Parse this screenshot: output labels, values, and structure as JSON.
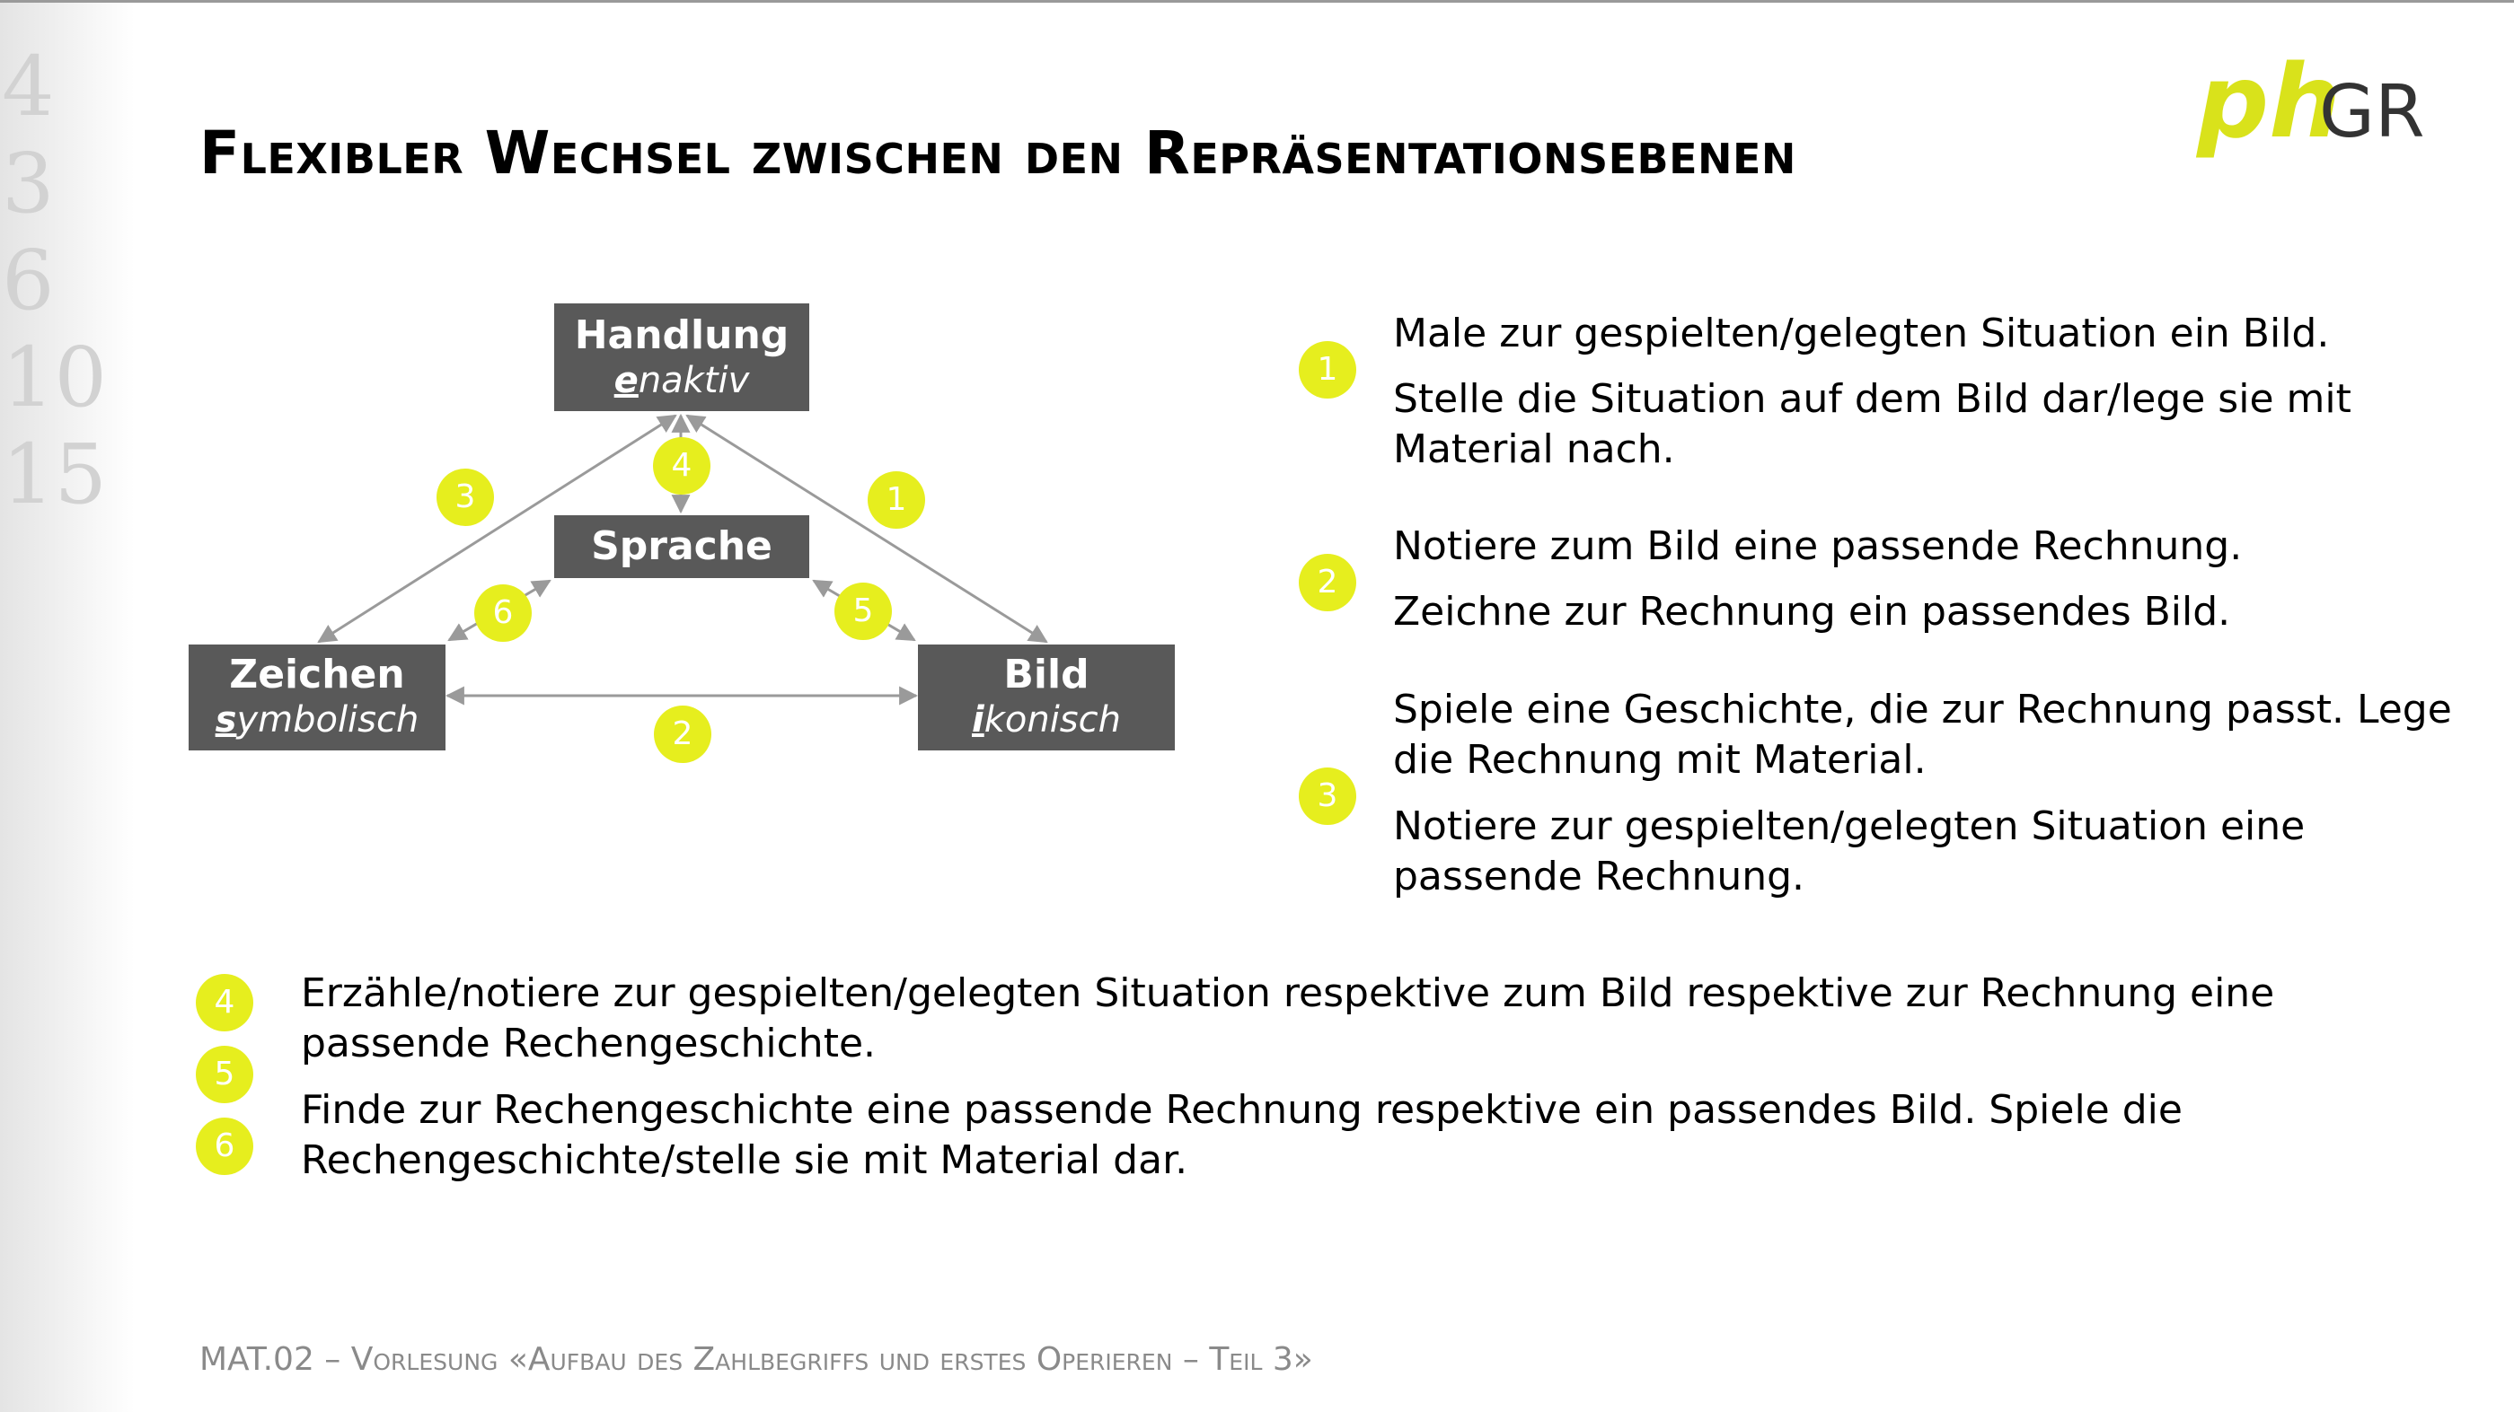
{
  "title": "Flexibler Wechsel zwischen den Repräsentationsebenen",
  "logo": {
    "text_ph": "ph",
    "text_gr": "GR",
    "color_ph": "#d9e21b",
    "color_gr": "#333333"
  },
  "colors": {
    "box": "#595959",
    "badge": "#e6ee1e",
    "arrow": "#9a9a9a"
  },
  "diagram": {
    "handlung": {
      "label": "Handlung",
      "sub_initial": "e",
      "sub_rest": "naktiv"
    },
    "sprache": {
      "label": "Sprache"
    },
    "zeichen": {
      "label": "Zeichen",
      "sub_initial": "s",
      "sub_rest": "ymbolisch"
    },
    "bild": {
      "label": "Bild",
      "sub_initial": "i",
      "sub_rest": "konisch"
    },
    "badges": [
      "1",
      "2",
      "3",
      "4",
      "5",
      "6"
    ]
  },
  "right_tasks": [
    {
      "badge": "1",
      "lines": [
        "Male zur gespielten/gelegten Situation ein Bild.",
        "Stelle die Situation auf dem Bild dar/lege sie mit Material nach."
      ]
    },
    {
      "badge": "2",
      "lines": [
        "Notiere zum Bild eine passende Rechnung.",
        "Zeichne zur Rechnung ein passendes Bild."
      ]
    },
    {
      "badge": "3",
      "lines": [
        "Spiele eine Geschichte, die zur Rechnung passt. Lege die Rechnung mit Material.",
        "Notiere zur gespielten/gelegten Situation eine passende Rechnung."
      ]
    }
  ],
  "bottom_badges": [
    "4",
    "5",
    "6"
  ],
  "bottom_tasks": [
    "Erzähle/notiere zur gespielten/gelegten Situation respektive zum Bild respektive zur Rechnung eine passende Rechengeschichte.",
    "Finde zur Rechengeschichte eine passende Rechnung respektive ein passendes Bild. Spiele die Rechengeschichte/stelle sie mit Material dar."
  ],
  "footer": "MAT.02 – Vorlesung «Aufbau des Zahlbegriffs und erstes Operieren – Teil 3»"
}
